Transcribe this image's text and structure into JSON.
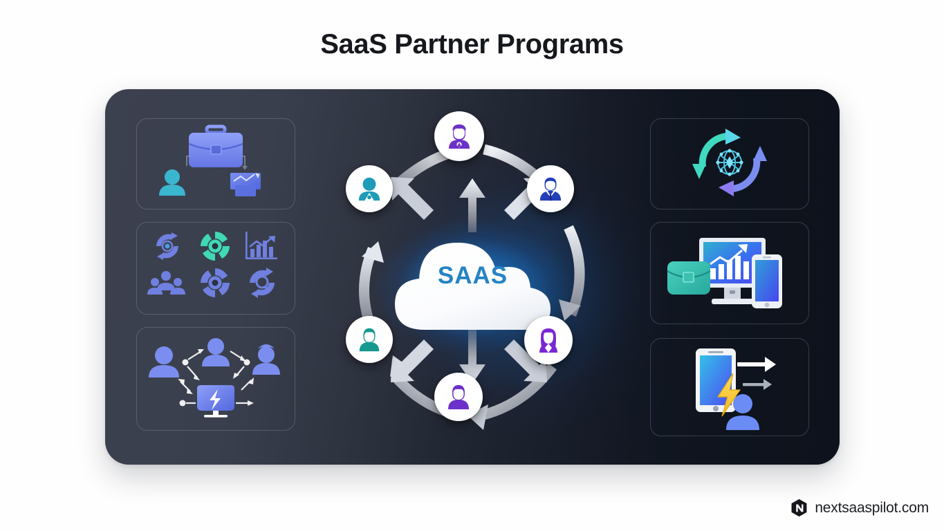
{
  "page": {
    "title": "SaaS Partner Programs",
    "background_color": "#ffffff"
  },
  "card": {
    "background_gradient_from": "#3c414f",
    "background_gradient_to": "#121723",
    "border_radius": "34px"
  },
  "center": {
    "cloud_label": "SAAS",
    "cloud_label_color": "#2484c4",
    "glow_color": "#1e90ff",
    "nodes": [
      {
        "id": "node-top",
        "name": "partner-avatar-top",
        "role": "Partner",
        "color": "#6b31c9",
        "glow": "none"
      },
      {
        "id": "node-upper-left",
        "name": "partner-avatar-upper-left",
        "role": "Partner",
        "color": "#1e9cb8",
        "glow": "cyan"
      },
      {
        "id": "node-upper-right",
        "name": "partner-avatar-upper-right",
        "role": "Partner",
        "color": "#2440b8",
        "glow": "none"
      },
      {
        "id": "node-lower-right",
        "name": "partner-avatar-lower-right",
        "role": "Partner",
        "color": "#7a28d4",
        "glow": "purple"
      },
      {
        "id": "node-bottom",
        "name": "partner-avatar-bottom",
        "role": "Partner",
        "color": "#6b31c9",
        "glow": "none"
      },
      {
        "id": "node-lower-left",
        "name": "partner-avatar-lower-left",
        "role": "Partner",
        "color": "#17998f",
        "glow": "none"
      }
    ],
    "connector_style": "curved-white-arrows",
    "radial_arrow_count": 4
  },
  "left_panels": [
    {
      "id": "panel-partner-structure",
      "icons": [
        "briefcase-icon",
        "person-icon",
        "document-chart-icon",
        "connector-lines"
      ],
      "accent_colors": [
        "#7b8ef0",
        "#3ab6cf",
        "#5b7ae8"
      ]
    },
    {
      "id": "panel-capability-icons",
      "icons": [
        "sync-cycle-icon",
        "gear-cycle-teal-icon",
        "growth-chart-icon",
        "team-group-icon",
        "gear-cycle-blue-icon",
        "search-cycle-icon"
      ],
      "accent_colors": [
        "#6f80e0",
        "#3fd9b5",
        "#7b8ef0"
      ]
    },
    {
      "id": "panel-network-collaboration",
      "icons": [
        "person-icon",
        "person-icon",
        "person-icon",
        "monitor-lightning-icon",
        "arrow-icon"
      ],
      "accent_colors": [
        "#7b8ef0",
        "#ffffff"
      ]
    }
  ],
  "right_panels": [
    {
      "id": "panel-integration-cycle",
      "icons": [
        "cycle-arrows-icon",
        "network-globe-icon"
      ],
      "accent_colors": [
        "#3fd9c0",
        "#7b8ef0",
        "#4cc6e8"
      ]
    },
    {
      "id": "panel-multi-device-analytics",
      "icons": [
        "briefcase-icon",
        "desktop-monitor-icon",
        "bar-chart-icon",
        "smartphone-icon"
      ],
      "accent_colors": [
        "#3bbfae",
        "#3d7af0",
        "#ffffff"
      ]
    },
    {
      "id": "panel-mobile-activation",
      "icons": [
        "smartphone-icon",
        "lightning-bolt-icon",
        "person-icon",
        "arrow-right-icon"
      ],
      "accent_colors": [
        "#3d7af0",
        "#f5c93c",
        "#6b8cf5",
        "#ffffff"
      ]
    }
  ],
  "footer": {
    "logo_icon": "hexagon-n-logo-icon",
    "logo_text": "nextsaaspilot.com",
    "logo_color": "#1b1d22"
  }
}
